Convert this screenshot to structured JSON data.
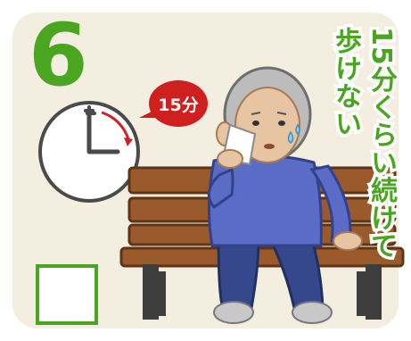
{
  "step": {
    "number": "6"
  },
  "time_bubble": {
    "label": "15分"
  },
  "title": {
    "line1": "15分くらい続けて",
    "line2": "歩けない"
  },
  "colors": {
    "accent_green": "#4aa521",
    "bubble_red": "#cf1f1f",
    "panel_bg": "#f3eee0",
    "bench_brown": "#9a5a2c",
    "shirt_blue": "#5b6cc6",
    "pants_navy": "#37478e"
  },
  "icons": [
    "clock-icon",
    "elapsed-arrow-icon",
    "speech-bubble-icon",
    "elderly-man-illustration",
    "bench-icon",
    "towel-icon",
    "sweat-drop-icon",
    "checkbox-icon"
  ]
}
